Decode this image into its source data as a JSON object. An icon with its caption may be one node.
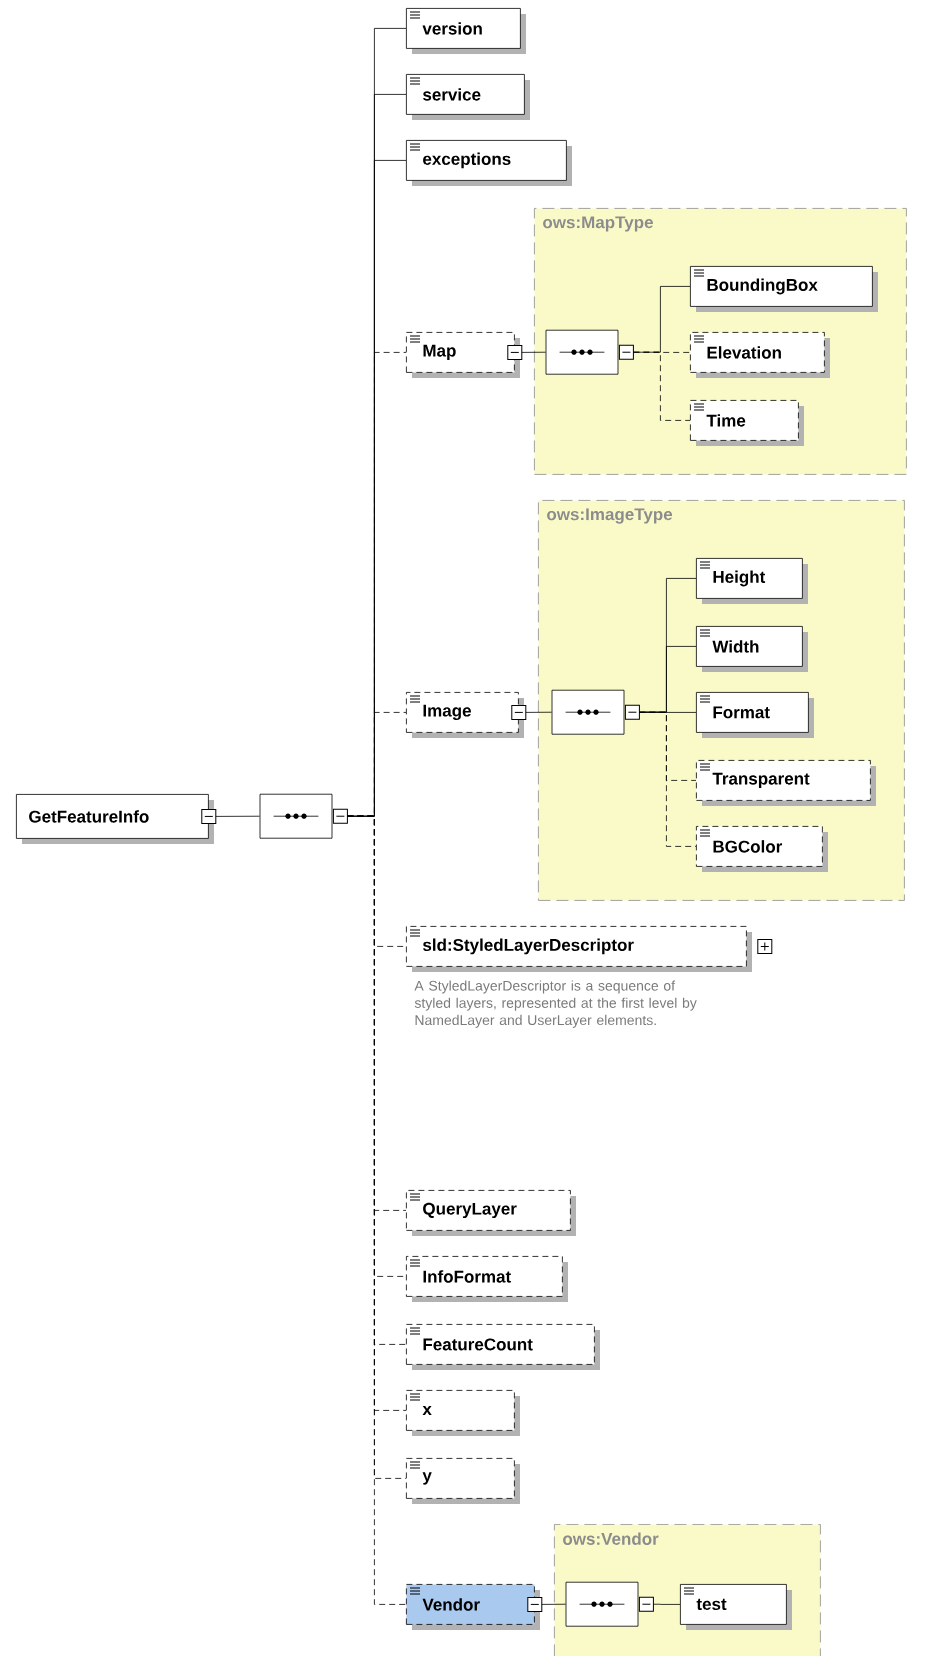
{
  "diagram": {
    "nodes": [
      {
        "text": [
          "GetFeatureInfo"
        ]
      },
      {
        "text": [],
        "shape": "octagon"
      },
      {
        "text": [
          "version"
        ]
      },
      {
        "text": [
          "service"
        ]
      },
      {
        "text": [
          "exceptions"
        ]
      },
      {
        "text": [
          "ows:MapType"
        ]
      },
      {
        "text": [
          "Map"
        ]
      },
      {
        "text": [],
        "shape": "octagon",
        "in": 5
      },
      {
        "text": [
          "BoundingBox"
        ],
        "in": 5
      },
      {
        "text": [
          "Elevation"
        ],
        "in": 5
      },
      {
        "text": [
          "Time"
        ],
        "in": 5
      },
      {
        "text": [
          "ows:ImageType"
        ]
      },
      {
        "text": [
          "Image"
        ]
      },
      {
        "text": [],
        "shape": "octagon",
        "in": 11
      },
      {
        "text": [
          "Height"
        ],
        "in": 11
      },
      {
        "text": [
          "Width"
        ],
        "in": 11
      },
      {
        "text": [
          "Format"
        ],
        "in": 11
      },
      {
        "text": [
          "Transparent"
        ],
        "in": 11
      },
      {
        "text": [
          "BGColor"
        ],
        "in": 11
      },
      {
        "text": [
          "sld:StyledLayerDescriptor"
        ],
        "beside": [
          "A StyledLayerDescriptor is a sequence of styled layers, represented at the first level by NamedLayer and UserLayer elements."
        ]
      },
      {
        "text": [
          "QueryLayer"
        ]
      },
      {
        "text": [
          "InfoFormat"
        ]
      },
      {
        "text": [
          "FeatureCount"
        ]
      },
      {
        "text": [
          "x"
        ]
      },
      {
        "text": [
          "y"
        ]
      },
      {
        "text": [
          "ows:Vendor"
        ]
      },
      {
        "text": [
          "Vendor"
        ]
      },
      {
        "text": [],
        "shape": "octagon",
        "in": 25
      },
      {
        "text": [
          "test"
        ],
        "in": 25
      }
    ],
    "edges": [
      {
        "from": 0,
        "to": 1,
        "arrow": "none"
      },
      {
        "from": 1,
        "to": 2,
        "arrow": "none"
      },
      {
        "from": 1,
        "to": 3,
        "arrow": "none"
      },
      {
        "from": 1,
        "to": 4,
        "arrow": "none"
      },
      {
        "from": 1,
        "to": 6,
        "arrow": "none",
        "style": "dashed"
      },
      {
        "from": 6,
        "to": 7,
        "arrow": "none"
      },
      {
        "from": 7,
        "to": 8,
        "arrow": "none"
      },
      {
        "from": 7,
        "to": 9,
        "arrow": "none",
        "style": "dashed"
      },
      {
        "from": 7,
        "to": 10,
        "arrow": "none",
        "style": "dashed"
      },
      {
        "from": 1,
        "to": 12,
        "arrow": "none",
        "style": "dashed"
      },
      {
        "from": 12,
        "to": 13,
        "arrow": "none"
      },
      {
        "from": 13,
        "to": 14,
        "arrow": "none"
      },
      {
        "from": 13,
        "to": 15,
        "arrow": "none"
      },
      {
        "from": 13,
        "to": 16,
        "arrow": "none"
      },
      {
        "from": 13,
        "to": 17,
        "arrow": "none",
        "style": "dashed"
      },
      {
        "from": 13,
        "to": 18,
        "arrow": "none",
        "style": "dashed"
      },
      {
        "from": 1,
        "to": 19,
        "arrow": "none",
        "style": "dashed"
      },
      {
        "from": 1,
        "to": 20,
        "arrow": "none",
        "style": "dashed"
      },
      {
        "from": 1,
        "to": 21,
        "arrow": "none",
        "style": "dashed"
      },
      {
        "from": 1,
        "to": 22,
        "arrow": "none",
        "style": "dashed"
      },
      {
        "from": 1,
        "to": 23,
        "arrow": "none",
        "style": "dashed"
      },
      {
        "from": 1,
        "to": 24,
        "arrow": "none",
        "style": "dashed"
      },
      {
        "from": 1,
        "to": 26,
        "arrow": "none",
        "style": "dashed"
      },
      {
        "from": 26,
        "to": 27,
        "arrow": "none"
      },
      {
        "from": 27,
        "to": 28,
        "arrow": "none"
      }
    ]
  }
}
